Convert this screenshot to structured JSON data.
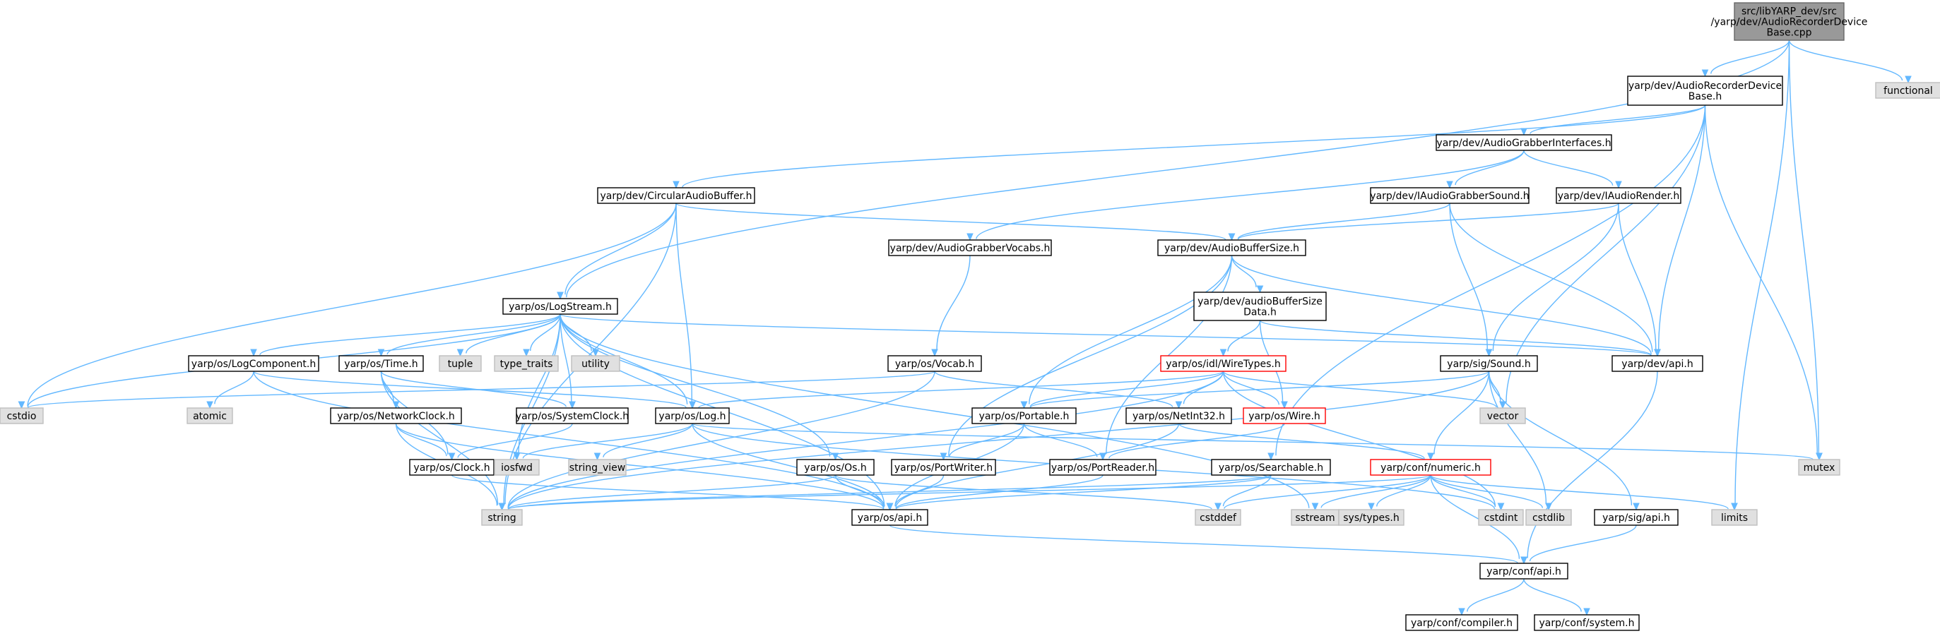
{
  "nodes": {
    "root": [
      "src/libYARP_dev/src",
      "/yarp/dev/AudioRecorderDevice",
      "Base.cpp"
    ],
    "functional": [
      "functional"
    ],
    "recBaseH": [
      "yarp/dev/AudioRecorderDevice",
      "Base.h"
    ],
    "grabberIfaces": [
      "yarp/dev/AudioGrabberInterfaces.h"
    ],
    "circBuf": [
      "yarp/dev/CircularAudioBuffer.h"
    ],
    "iGrabberSound": [
      "yarp/dev/IAudioGrabberSound.h"
    ],
    "iRender": [
      "yarp/dev/IAudioRender.h"
    ],
    "grabberVocabs": [
      "yarp/dev/AudioGrabberVocabs.h"
    ],
    "bufSize": [
      "yarp/dev/AudioBufferSize.h"
    ],
    "logStream": [
      "yarp/os/LogStream.h"
    ],
    "bufSizeData": [
      "yarp/dev/audioBufferSize",
      "Data.h"
    ],
    "logComponent": [
      "yarp/os/LogComponent.h"
    ],
    "timeH": [
      "yarp/os/Time.h"
    ],
    "tuple": [
      "tuple"
    ],
    "typeTraits": [
      "type_traits"
    ],
    "utility": [
      "utility"
    ],
    "vocab": [
      "yarp/os/Vocab.h"
    ],
    "wireTypes": [
      "yarp/os/idl/WireTypes.h"
    ],
    "soundH": [
      "yarp/sig/Sound.h"
    ],
    "devApi": [
      "yarp/dev/api.h"
    ],
    "cstdio": [
      "cstdio"
    ],
    "atomic": [
      "atomic"
    ],
    "netClock": [
      "yarp/os/NetworkClock.h"
    ],
    "sysClock": [
      "yarp/os/SystemClock.h"
    ],
    "logH": [
      "yarp/os/Log.h"
    ],
    "portable": [
      "yarp/os/Portable.h"
    ],
    "netInt32": [
      "yarp/os/NetInt32.h"
    ],
    "wireH": [
      "yarp/os/Wire.h"
    ],
    "vector": [
      "vector"
    ],
    "mutex": [
      "mutex"
    ],
    "clockH": [
      "yarp/os/Clock.h"
    ],
    "iosfwd": [
      "iosfwd"
    ],
    "stringView": [
      "string_view"
    ],
    "osH": [
      "yarp/os/Os.h"
    ],
    "portWriter": [
      "yarp/os/PortWriter.h"
    ],
    "portReader": [
      "yarp/os/PortReader.h"
    ],
    "searchable": [
      "yarp/os/Searchable.h"
    ],
    "numeric": [
      "yarp/conf/numeric.h"
    ],
    "limits": [
      "limits"
    ],
    "string": [
      "string"
    ],
    "osApi": [
      "yarp/os/api.h"
    ],
    "cstddef": [
      "cstddef"
    ],
    "sstream": [
      "sstream"
    ],
    "sysTypes": [
      "sys/types.h"
    ],
    "cstdint": [
      "cstdint"
    ],
    "cstdlib": [
      "cstdlib"
    ],
    "sigApi": [
      "yarp/sig/api.h"
    ],
    "confApi": [
      "yarp/conf/api.h"
    ],
    "compiler": [
      "yarp/conf/compiler.h"
    ],
    "system": [
      "yarp/conf/system.h"
    ]
  },
  "colors": {
    "edge": "#63b8ff",
    "node_border": "#000000",
    "node_fill": "#ffffff",
    "missing_border": "#bfbfbf",
    "missing_fill": "#e0e0e0",
    "incomplete_border": "#ff0000",
    "root_fill": "#999999",
    "root_border": "#666666"
  }
}
